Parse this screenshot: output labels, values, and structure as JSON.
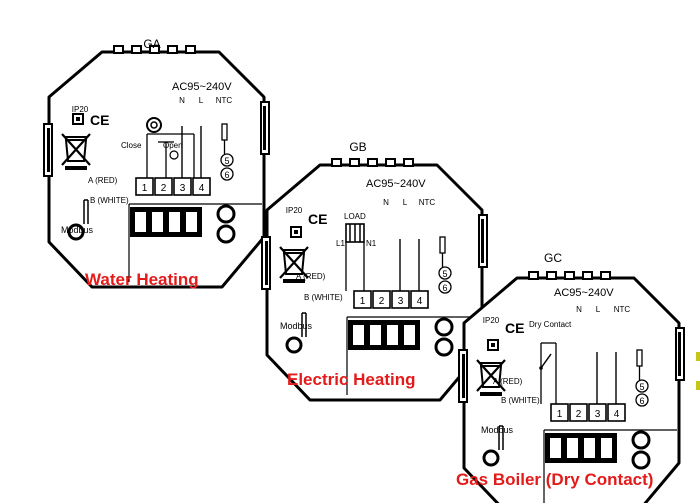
{
  "colors": {
    "line": "#000000",
    "caption": "#e31b1b",
    "background": "#ffffff",
    "accent_green": "#c6c61a"
  },
  "ga": {
    "model": "GA",
    "voltage": "AC95~240V",
    "rating": "IP20",
    "mark": "CE",
    "terminals": [
      "1",
      "2",
      "3",
      "4"
    ],
    "n_label": "N",
    "l_label": "L",
    "ntc_label": "NTC",
    "ntc_terminals": [
      "5",
      "6"
    ],
    "close_label": "Close",
    "open_label": "Open",
    "a_label": "A (RED)",
    "b_label": "B (WHITE)",
    "modbus_label": "Modbus",
    "caption": "Water Heating"
  },
  "gb": {
    "model": "GB",
    "voltage": "AC95~240V",
    "rating": "IP20",
    "mark": "CE",
    "terminals": [
      "1",
      "2",
      "3",
      "4"
    ],
    "n_label": "N",
    "l_label": "L",
    "ntc_label": "NTC",
    "ntc_terminals": [
      "5",
      "6"
    ],
    "load_label": "LOAD",
    "l1_label": "L1",
    "n1_label": "N1",
    "a_label": "A (RED)",
    "b_label": "B (WHITE)",
    "modbus_label": "Modbus",
    "caption": "Electric Heating"
  },
  "gc": {
    "model": "GC",
    "voltage": "AC95~240V",
    "rating": "IP20",
    "mark": "CE",
    "terminals": [
      "1",
      "2",
      "3",
      "4"
    ],
    "n_label": "N",
    "l_label": "L",
    "ntc_label": "NTC",
    "ntc_terminals": [
      "5",
      "6"
    ],
    "dry_contact_label": "Dry Contact",
    "a_label": "A (RED)",
    "b_label": "B (WHITE)",
    "modbus_label": "Modbus",
    "caption": "Gas Boiler (Dry Contact)"
  }
}
